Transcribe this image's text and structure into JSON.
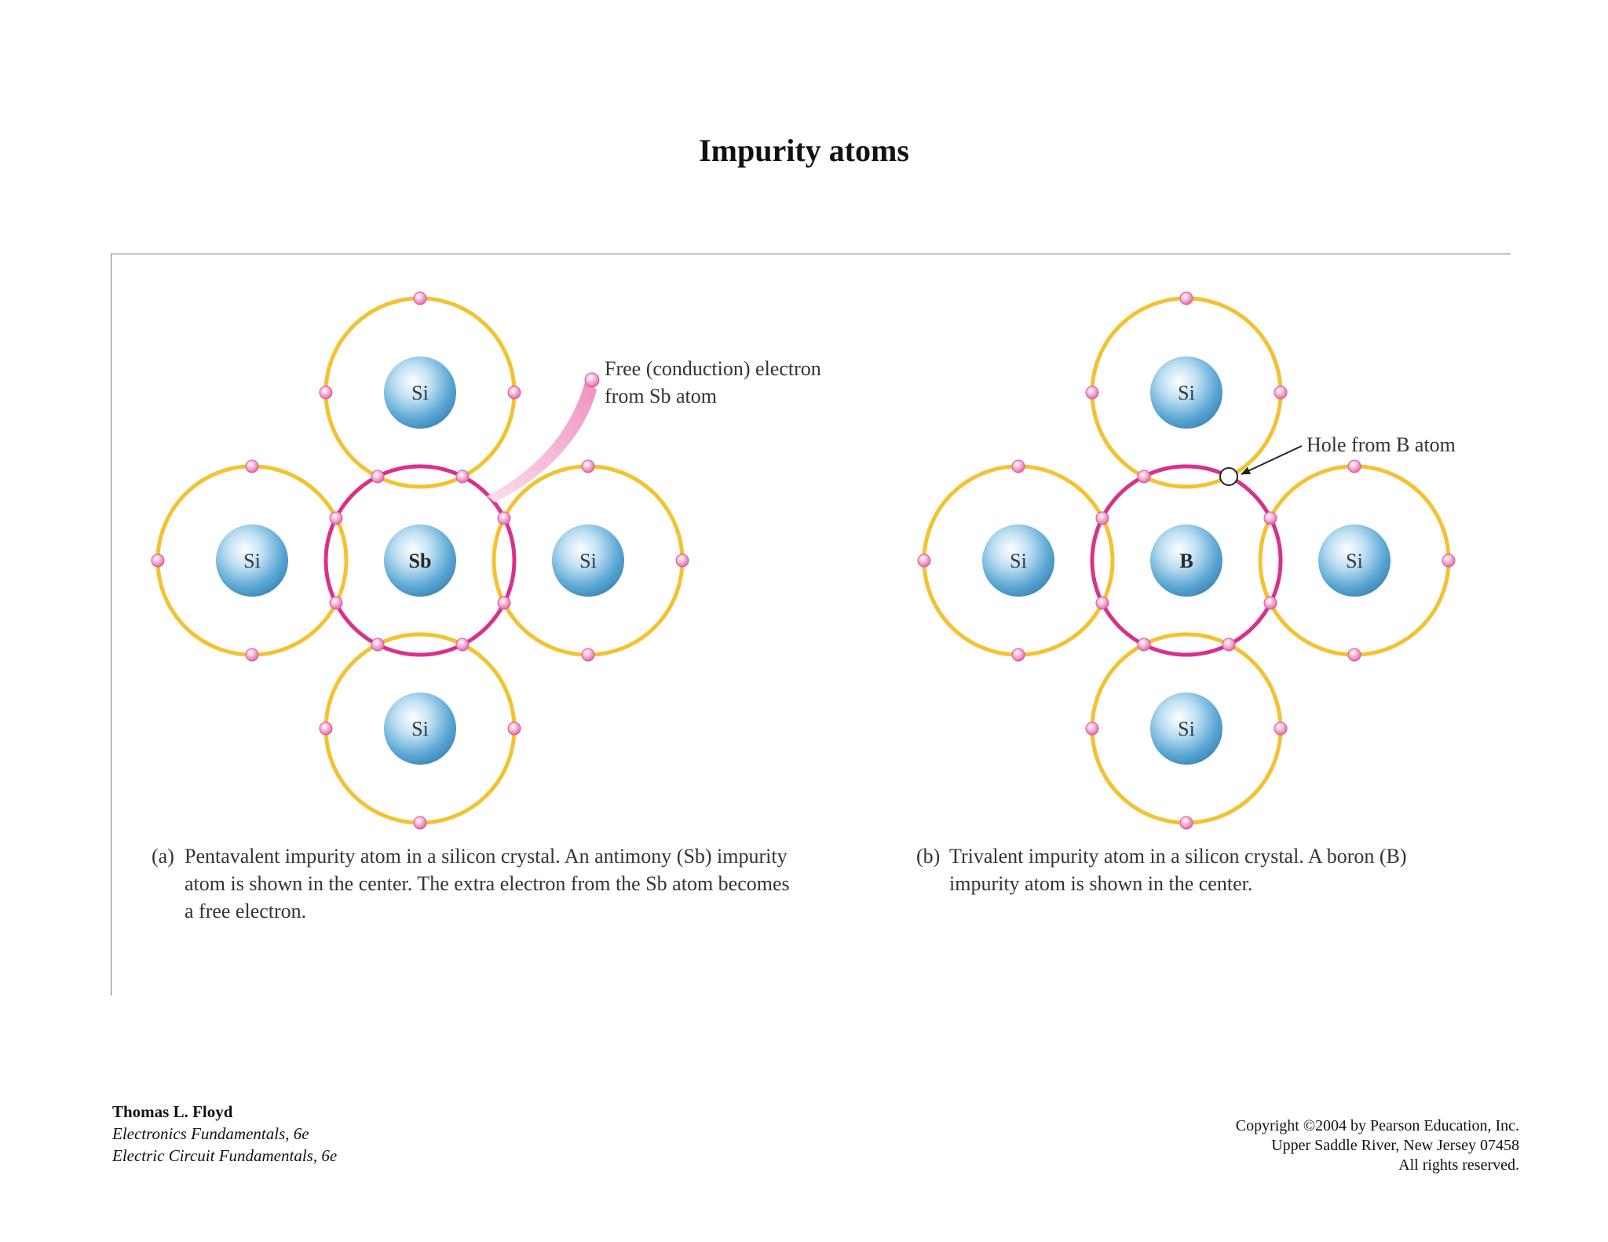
{
  "title": "Impurity atoms",
  "colors": {
    "si_orbit": "#f2c230",
    "impurity_orbit": "#d9308a",
    "electron": "#ef7fb6",
    "nucleus": "#5aa7d3",
    "free_electron_trail": "#f29cc4",
    "label_text": "#333333"
  },
  "diagram_a": {
    "center_label": "Sb",
    "neighbor_labels": [
      "Si",
      "Si",
      "Si",
      "Si"
    ],
    "annotation_line1": "Free (conduction) electron",
    "annotation_line2": "from Sb atom",
    "caption_letter": "(a)",
    "caption_lines": [
      "Pentavalent impurity atom in a silicon crystal. An antimony (Sb) impurity",
      "atom is shown in the center. The extra electron from the Sb atom becomes",
      "a free electron."
    ]
  },
  "diagram_b": {
    "center_label": "B",
    "neighbor_labels": [
      "Si",
      "Si",
      "Si",
      "Si"
    ],
    "annotation": "Hole from B atom",
    "caption_letter": "(b)",
    "caption_lines": [
      "Trivalent impurity atom in a silicon crystal. A boron (B)",
      "impurity atom is shown in the center."
    ]
  },
  "footer": {
    "author": "Thomas L. Floyd",
    "book1": "Electronics Fundamentals, 6e",
    "book2": "Electric Circuit Fundamentals, 6e",
    "copyright_line1": "Copyright ©2004 by Pearson Education, Inc.",
    "copyright_line2": "Upper Saddle River, New Jersey 07458",
    "copyright_line3": "All rights reserved."
  }
}
